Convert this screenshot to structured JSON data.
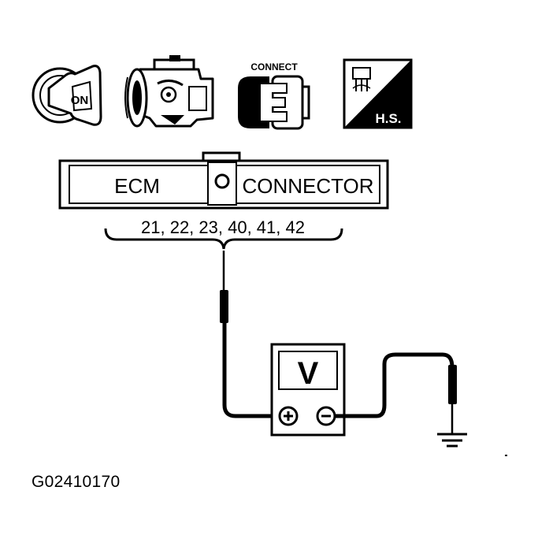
{
  "icons": {
    "ignition_label": "ON",
    "connect_label": "CONNECT",
    "hs_label": "H.S."
  },
  "connector": {
    "left_label": "ECM",
    "right_label": "CONNECTOR",
    "terminals": "21, 22, 23, 40, 41, 42"
  },
  "meter": {
    "mode_label": "V"
  },
  "figure_code": "G02410170"
}
